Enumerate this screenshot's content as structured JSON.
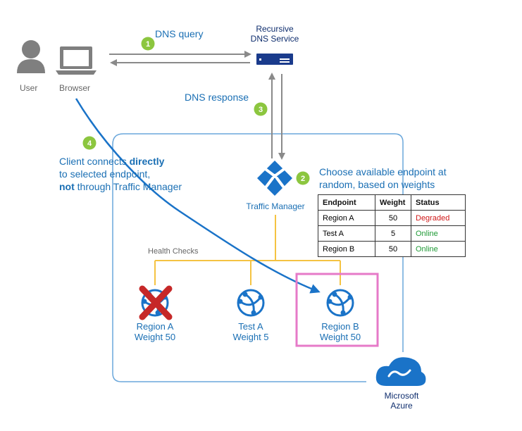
{
  "labels": {
    "user": "User",
    "browser": "Browser",
    "dns_query": "DNS query",
    "dns_response": "DNS response",
    "recursive_line1": "Recursive",
    "recursive_line2": "DNS Service",
    "client_line1_pre": "Client connects ",
    "client_line1_bold": "directly",
    "client_line2": "to selected endpoint,",
    "client_line3_bold": "not",
    "client_line3_post": " through Traffic Manager",
    "choose_line1": "Choose available endpoint at",
    "choose_line2": "random, based on weights",
    "traffic_manager": "Traffic Manager",
    "health_checks": "Health Checks",
    "azure_line1": "Microsoft",
    "azure_line2": "Azure"
  },
  "steps": [
    "1",
    "2",
    "3",
    "4"
  ],
  "table": {
    "headers": [
      "Endpoint",
      "Weight",
      "Status"
    ],
    "rows": [
      {
        "endpoint": "Region A",
        "weight": "50",
        "status": "Degraded"
      },
      {
        "endpoint": "Test A",
        "weight": "5",
        "status": "Online"
      },
      {
        "endpoint": "Region B",
        "weight": "50",
        "status": "Online"
      }
    ]
  },
  "endpoints": [
    {
      "name": "Region A",
      "weight_label": "Weight 50",
      "state": "failed"
    },
    {
      "name": "Test A",
      "weight_label": "Weight 5",
      "state": "ok"
    },
    {
      "name": "Region B",
      "weight_label": "Weight 50",
      "state": "selected"
    }
  ],
  "colors": {
    "azure_blue": "#1a73c8",
    "text_blue": "#1a6fb4",
    "step_green": "#8cc63f",
    "health_yellow": "#f5c342",
    "highlight_pink": "#e67ac8",
    "failed_red": "#c62828",
    "degraded_red": "#d01a1a",
    "online_green": "#1f9a36"
  }
}
